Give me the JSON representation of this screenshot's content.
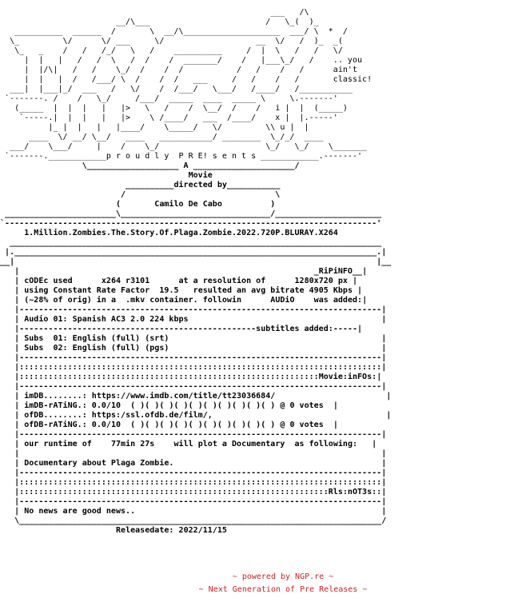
{
  "art": {
    "lines": [
      "                                                        ___   /\\",
      "                        __/\\___                        /   \\_(  )_",
      "   __________  ______  /       \\  __/\\____________________  ___/ \\  *  /",
      "  \\_         \\/      \\/ ___     \\/                   __  \\/   /  )_  _(",
      "   \\_   _    /   /   /_/   \\   /    __________     /  |  \\   /   /   \\/",
      "     |  |   |   /   /  \\   /  /    /  _______/    /   |___\\_/   /    .. you",
      "     |  |/\\|   /   /    \\_/  /    /  /           /   /    /   /      ain't",
      "     |  |   |  /   /___/ \\  /    /  /   ___     /   /    /   /       classic!",
      "  ___|  |___|_/  ___   /   \\/    /  /___/   \\___/   /____/   /___________",
      " `-------. /    /   \\_/     /___/  _____  ____  _____ \\     \\.-------'",
      "   (_____  |  |  |   |   |>   \\   /    /  \\__/  /    /   i |  |  (_____)",
      "    `-----.|  |  |   |   |>    \\ /____/   ___  /____/    x |  |.-----'",
      "          |_ |  |   |   |____/    \\_____/   \\/         \\\\ u |  |",
      "      ____  \\/ __/ \\__/   ____   ___________/ ________  \\_/_/  ____",
      "  ___/    \\___/     |    /    \\_/                      \\_/   \\_/    \\_______",
      " `-------.____________p r o u d l y  P R E! s e n t s ____________.-------'"
    ]
  },
  "intro": {
    "a": "A",
    "movie": "Movie",
    "directed_by": "directed by",
    "director": "Camilo De Cabo"
  },
  "release": {
    "name": "1.Million.Zombies.The.Story.Of.Plaga.Zombie.2022.720P.BLURAY.X264",
    "date_label": "Releasedate:",
    "date": "2022/11/15"
  },
  "rip_info": {
    "header": "RiPiNFO",
    "codec_label": "cODEc used",
    "codec": "x264 r3101",
    "resolution_label": "at a resolution of",
    "resolution": "1280x720 px",
    "crf_text": "using Constant Rate Factor",
    "crf": "19.5",
    "bitrate_text": "resulted an avg bitrate",
    "bitrate": "4905 Kbps",
    "orig_percent": "(~28% of orig)",
    "container_text": "in a  .mkv container. followin",
    "audio_word": "AUDiO",
    "was_added": "was added:",
    "audio_01": "Audio 01: Spanish AC3 2.0 224 kbps",
    "subtitles_header": "subtitles added:",
    "subs_01": "Subs  01: English (full) (srt)",
    "subs_02": "Subs  02: English (full) (pgs)"
  },
  "movie_info": {
    "header": "Movie:inFOs:",
    "imdb_label": "imDB........:",
    "imdb_url": "https://www.imdb.com/title/tt23036684/",
    "imdb_rating_label": "imDB-rATiNG.:",
    "imdb_rating": "0.0/10",
    "imdb_votes": "@ 0 votes",
    "ofdb_label": "ofDB........:",
    "ofdb_url": "https:/ssl.ofdb.de/film/,",
    "ofdb_rating_label": "ofDB-rATiNG.:",
    "ofdb_rating": "0.0/10",
    "ofdb_votes": "@ 0 votes",
    "stars": "( )( )( )( )( )( )( )( )( )( )",
    "runtime_pre": "our runtime of",
    "runtime": "77min 27s",
    "runtime_post": "will plot a Documentary  as following:",
    "plot": "Documentary about Plaga Zombie."
  },
  "notes": {
    "header": "Rls:nOT3s:",
    "text": "No news are good news.."
  },
  "footer": {
    "line1": "~ powered by NGP.re ~",
    "line2": "~ Next Generation of Pre Releases ~"
  },
  "colors": {
    "text": "#000000",
    "background": "#ffffff",
    "footer": "#d42020"
  }
}
